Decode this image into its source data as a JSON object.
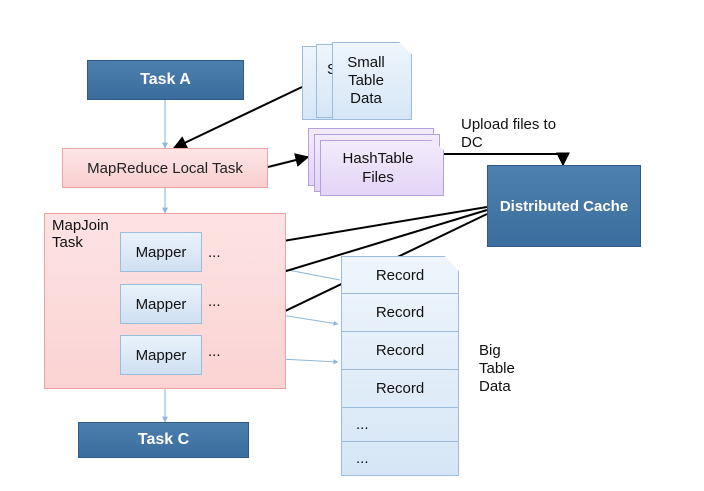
{
  "diagram": {
    "task_a": "Task A",
    "task_c": "Task C",
    "local_task": "MapReduce Local Task",
    "mapjoin_task": [
      "MapJoin",
      "Task"
    ],
    "mappers": [
      "Mapper",
      "Mapper",
      "Mapper"
    ],
    "mapper_dots": "...",
    "small_table": [
      "Small",
      "Table",
      "Data"
    ],
    "small_table_back_letter": "S",
    "hashtable_files": [
      "HashTable",
      "Files"
    ],
    "upload_label": [
      "Upload files to",
      "DC"
    ],
    "distributed_cache": "Distributed Cache",
    "records": [
      "Record",
      "Record",
      "Record",
      "Record",
      "...",
      "..."
    ],
    "big_table": [
      "Big",
      "Table",
      "Data"
    ]
  },
  "colors": {
    "task_blue": "#3f709f",
    "pink_box": "#f8d3d3",
    "mapper_blue": "#dbe8f6",
    "hashtable_purple": "#e6dafa",
    "arrow_black": "#000000",
    "connector_light_blue": "#8fb7dd"
  }
}
